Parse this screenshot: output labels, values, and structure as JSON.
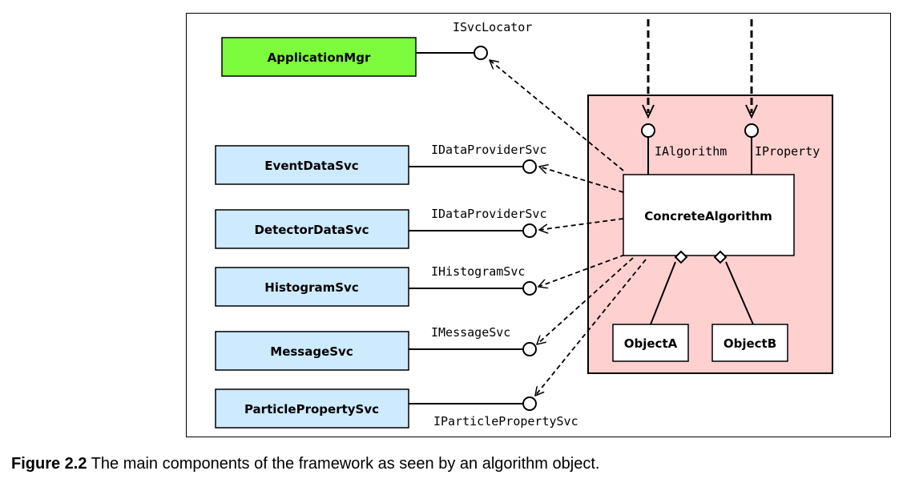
{
  "services": [
    {
      "label": "ApplicationMgr",
      "interface": "ISvcLocator",
      "color": "#7cfc3c"
    },
    {
      "label": "EventDataSvc",
      "interface": "IDataProviderSvc",
      "color": "#cdeaff"
    },
    {
      "label": "DetectorDataSvc",
      "interface": "IDataProviderSvc",
      "color": "#cdeaff"
    },
    {
      "label": "HistogramSvc",
      "interface": "IHistogramSvc",
      "color": "#cdeaff"
    },
    {
      "label": "MessageSvc",
      "interface": "IMessageSvc",
      "color": "#cdeaff"
    },
    {
      "label": "ParticlePropertySvc",
      "interface": "IParticlePropertySvc",
      "color": "#cdeaff"
    }
  ],
  "algorithm": {
    "label": "ConcreteAlgorithm",
    "container_color": "#ffd0d0",
    "interfaces": [
      "IAlgorithm",
      "IProperty"
    ],
    "objects": [
      "ObjectA",
      "ObjectB"
    ]
  },
  "caption": {
    "number": "Figure 2.2",
    "text": " The main components of the framework as seen by an algorithm object."
  }
}
